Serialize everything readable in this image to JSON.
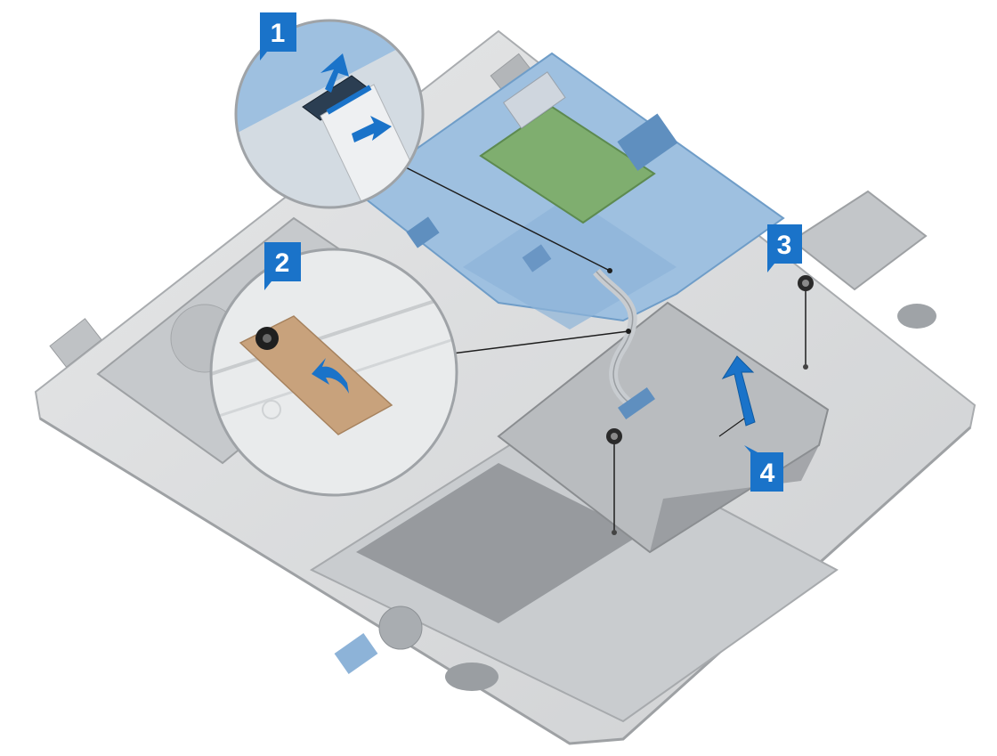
{
  "colors": {
    "background": "#ffffff",
    "chassis": "#d2d4d6",
    "chassis_edge": "#a9acaf",
    "board": "#8db3d8",
    "board_dark": "#5f8fbf",
    "metal": "#c3c6c9",
    "touchpad": "#b9bcbf",
    "callout": "#1a73c9",
    "arrow": "#1a73c9",
    "leader_line": "#1e1e1e",
    "adhesive_tape": "#c8a27c"
  },
  "callouts": [
    {
      "label": "1",
      "step": "disconnect-touchpad-cable"
    },
    {
      "label": "2",
      "step": "peel-adhesive-tape"
    },
    {
      "label": "3",
      "step": "remove-screw"
    },
    {
      "label": "4",
      "step": "lift-touchpad"
    }
  ],
  "icons": [
    "lift-arrow-icon",
    "slide-arrow-icon",
    "peel-arrow-icon",
    "screw-icon"
  ]
}
